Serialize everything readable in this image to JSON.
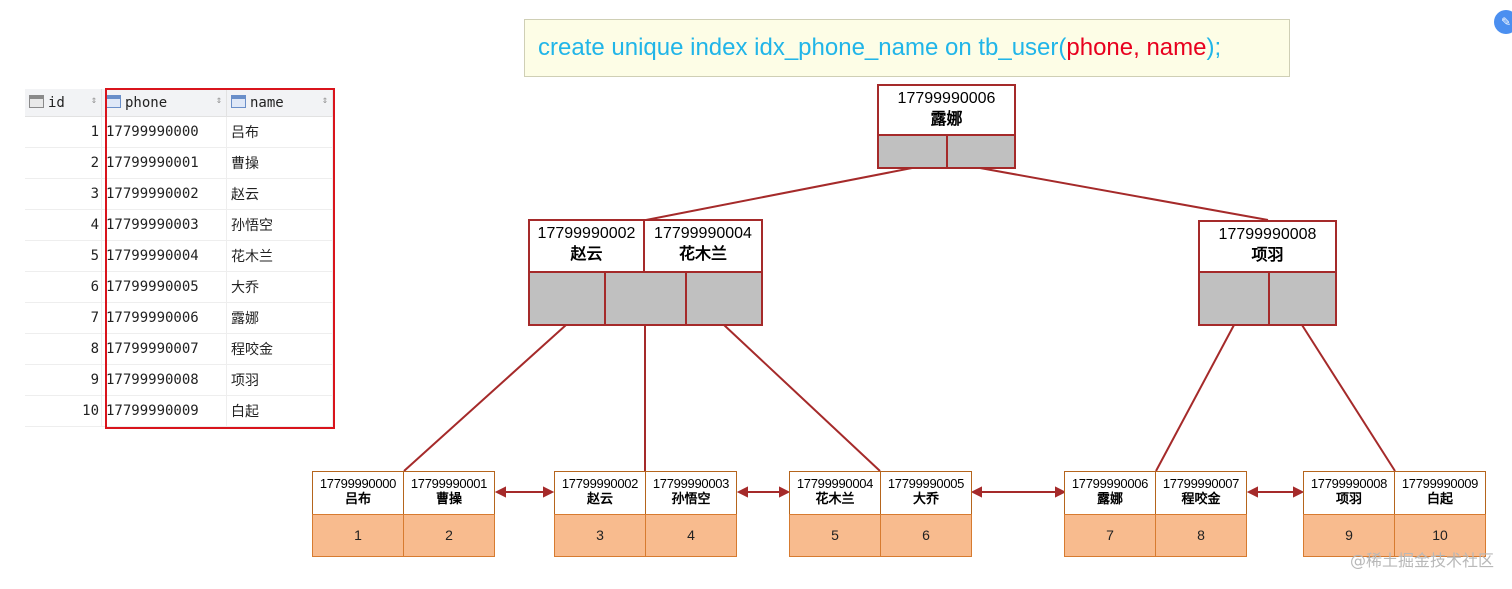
{
  "sql": {
    "prefix": "create unique index idx_phone_name on tb_user(",
    "columns": "phone, name",
    "suffix": ");"
  },
  "table": {
    "headers": [
      "id",
      "phone",
      "name"
    ],
    "rows": [
      [
        "1",
        "17799990000",
        "吕布"
      ],
      [
        "2",
        "17799990001",
        "曹操"
      ],
      [
        "3",
        "17799990002",
        "赵云"
      ],
      [
        "4",
        "17799990003",
        "孙悟空"
      ],
      [
        "5",
        "17799990004",
        "花木兰"
      ],
      [
        "6",
        "17799990005",
        "大乔"
      ],
      [
        "7",
        "17799990006",
        "露娜"
      ],
      [
        "8",
        "17799990007",
        "程咬金"
      ],
      [
        "9",
        "17799990008",
        "项羽"
      ],
      [
        "10",
        "17799990009",
        "白起"
      ]
    ]
  },
  "tree": {
    "root": [
      {
        "phone": "17799990006",
        "name": "露娜"
      }
    ],
    "left": [
      {
        "phone": "17799990002",
        "name": "赵云"
      },
      {
        "phone": "17799990004",
        "name": "花木兰"
      }
    ],
    "right": [
      {
        "phone": "17799990008",
        "name": "项羽"
      }
    ],
    "leaves": [
      [
        {
          "phone": "17799990000",
          "name": "吕布",
          "id": "1"
        },
        {
          "phone": "17799990001",
          "name": "曹操",
          "id": "2"
        }
      ],
      [
        {
          "phone": "17799990002",
          "name": "赵云",
          "id": "3"
        },
        {
          "phone": "17799990003",
          "name": "孙悟空",
          "id": "4"
        }
      ],
      [
        {
          "phone": "17799990004",
          "name": "花木兰",
          "id": "5"
        },
        {
          "phone": "17799990005",
          "name": "大乔",
          "id": "6"
        }
      ],
      [
        {
          "phone": "17799990006",
          "name": "露娜",
          "id": "7"
        },
        {
          "phone": "17799990007",
          "name": "程咬金",
          "id": "8"
        }
      ],
      [
        {
          "phone": "17799990008",
          "name": "项羽",
          "id": "9"
        },
        {
          "phone": "17799990009",
          "name": "白起",
          "id": "10"
        }
      ]
    ]
  },
  "colors": {
    "edge": "#a52a2a",
    "leaf_row": "#f8bb8e",
    "sql_text": "#21b5e8",
    "sql_cols": "#e8001e"
  },
  "watermark": "@稀土掘金技术社区"
}
